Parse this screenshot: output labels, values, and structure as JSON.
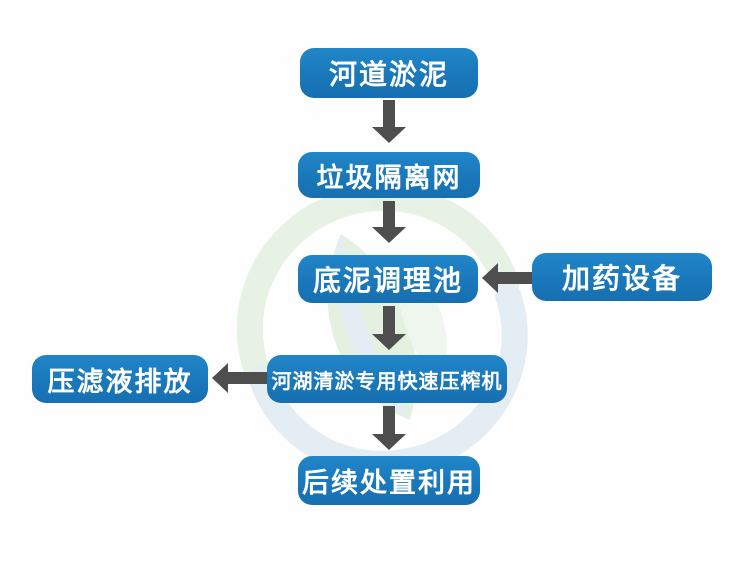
{
  "diagram": {
    "type": "flowchart",
    "background": "#fefefe",
    "colors": {
      "node_fill": "#1a78ba",
      "node_text": "#ffffff",
      "arrow": "#4e4e4e",
      "watermark_green": "#d6e9d1",
      "watermark_blue": "#cfdfec"
    },
    "nodes": [
      {
        "id": "river-channel-sludge",
        "label": "河道淤泥"
      },
      {
        "id": "garbage-isolation-net",
        "label": "垃圾隔离网"
      },
      {
        "id": "sediment-conditioning-tank",
        "label": "底泥调理池"
      },
      {
        "id": "dosing-equipment",
        "label": "加药设备"
      },
      {
        "id": "dredging-rapid-press-machine",
        "label": "河湖清淤专用快速压榨机"
      },
      {
        "id": "filtrate-discharge",
        "label": "压滤液排放"
      },
      {
        "id": "subsequent-disposal-use",
        "label": "后续处置利用"
      }
    ],
    "edges": [
      {
        "from": "river-channel-sludge",
        "to": "garbage-isolation-net",
        "direction": "down"
      },
      {
        "from": "garbage-isolation-net",
        "to": "sediment-conditioning-tank",
        "direction": "down"
      },
      {
        "from": "dosing-equipment",
        "to": "sediment-conditioning-tank",
        "direction": "left"
      },
      {
        "from": "sediment-conditioning-tank",
        "to": "dredging-rapid-press-machine",
        "direction": "down"
      },
      {
        "from": "dredging-rapid-press-machine",
        "to": "filtrate-discharge",
        "direction": "left"
      },
      {
        "from": "dredging-rapid-press-machine",
        "to": "subsequent-disposal-use",
        "direction": "down"
      }
    ]
  }
}
